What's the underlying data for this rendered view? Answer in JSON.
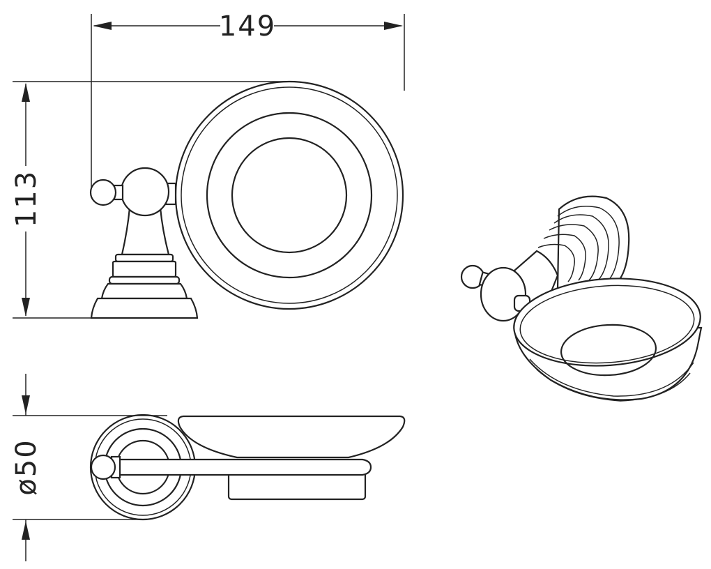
{
  "dimensions": {
    "width": "149",
    "height": "113",
    "diameter": "ø50"
  }
}
